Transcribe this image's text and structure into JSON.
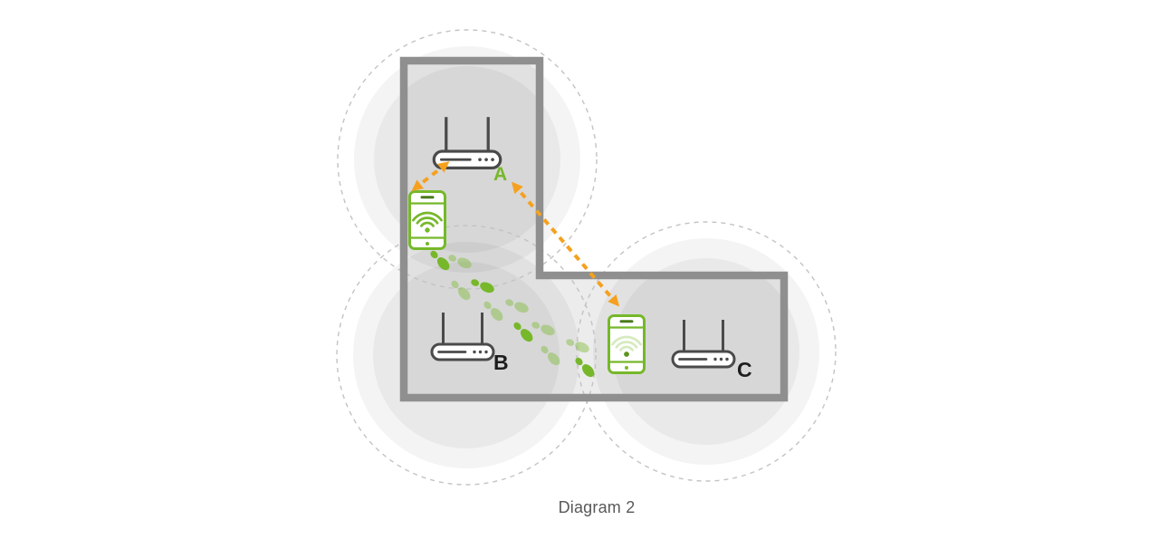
{
  "diagram": {
    "caption": "Diagram 2",
    "access_points": [
      {
        "label": "A",
        "label_color": "#76b82a",
        "icon": "router-icon"
      },
      {
        "label": "B",
        "label_color": "#1d1d1d",
        "icon": "router-icon"
      },
      {
        "label": "C",
        "label_color": "#1d1d1d",
        "icon": "router-icon"
      }
    ],
    "devices": [
      {
        "icon": "smartphone-wifi-icon",
        "wifi_state": "connected",
        "near": "A"
      },
      {
        "icon": "smartphone-wifi-icon",
        "wifi_state": "searching",
        "near": "C"
      }
    ],
    "links": [
      {
        "icon": "double-arrow-icon",
        "from": "phone near A",
        "to": "router A"
      },
      {
        "icon": "double-arrow-icon",
        "from": "router A",
        "to": "phone near C"
      }
    ],
    "trail": {
      "icon": "footsteps-icon",
      "from": "phone near A",
      "to": "phone near C",
      "steps": 11
    },
    "colors": {
      "accent_green": "#76b82a",
      "accent_green_light": "#b5d48c",
      "accent_orange": "#f5a11f",
      "wall_gray": "#8f8f8f",
      "router_gray": "#4a4a4a",
      "coverage_ring_gray": "#c3c3c3",
      "caption_gray": "#595959"
    }
  }
}
